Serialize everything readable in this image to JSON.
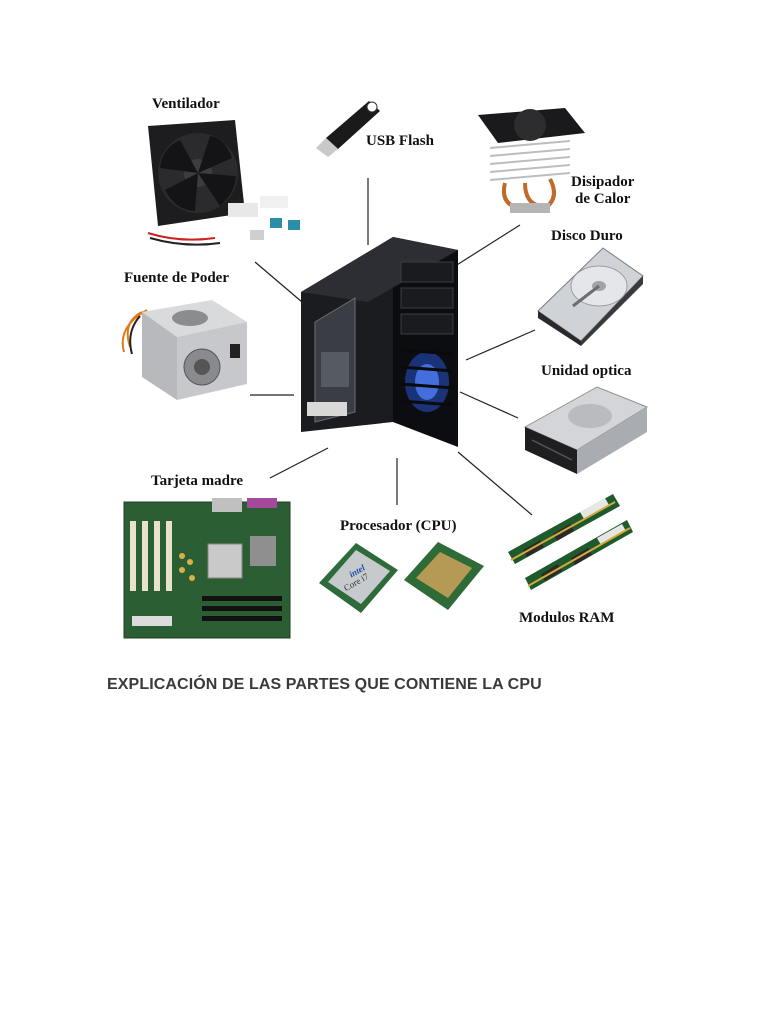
{
  "labels": {
    "fan": "Ventilador",
    "usb": "USB Flash",
    "heatsink_line1": "Disipador",
    "heatsink_line2": "de Calor",
    "hdd": "Disco Duro",
    "psu": "Fuente de Poder",
    "optical": "Unidad optica",
    "motherboard": "Tarjeta madre",
    "cpu": "Procesador (CPU)",
    "ram": "Modulos RAM",
    "cpu_brand": "intel",
    "cpu_model": "Core i7"
  },
  "caption": "EXPLICACIÓN DE LAS PARTES QUE CONTIENE LA CPU"
}
